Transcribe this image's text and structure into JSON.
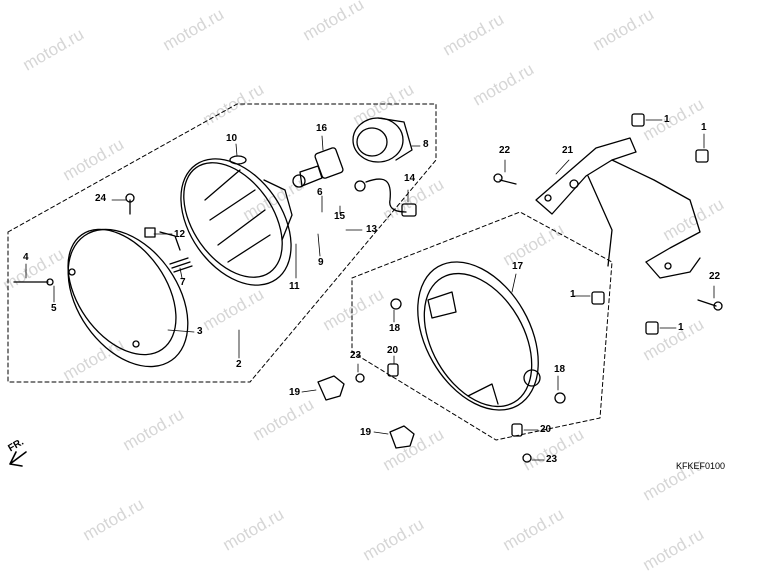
{
  "watermark": "motod.ru",
  "diagram_code": "KFKEF0100",
  "front_marker": "FR.",
  "callouts": {
    "c1a": "1",
    "c1b": "1",
    "c1c": "1",
    "c1d": "1",
    "c2": "2",
    "c3": "3",
    "c4": "4",
    "c5": "5",
    "c6": "6",
    "c7": "7",
    "c8": "8",
    "c9": "9",
    "c10": "10",
    "c11": "11",
    "c12": "12",
    "c13": "13",
    "c14": "14",
    "c15": "15",
    "c16": "16",
    "c17": "17",
    "c18a": "18",
    "c18b": "18",
    "c19a": "19",
    "c19b": "19",
    "c20a": "20",
    "c20b": "20",
    "c21": "21",
    "c22a": "22",
    "c22b": "22",
    "c23a": "23",
    "c23b": "23",
    "c24": "24"
  }
}
